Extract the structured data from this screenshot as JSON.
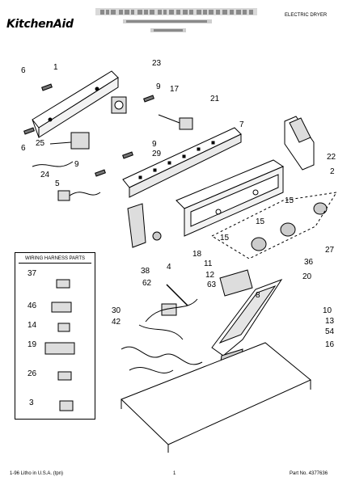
{
  "header": {
    "brand": "KitchenAid",
    "product": "ELECTRIC DRYER"
  },
  "wiring_box": {
    "title": "WIRING HARNESS PARTS",
    "callouts": [
      "37",
      "46",
      "14",
      "19",
      "26",
      "3"
    ]
  },
  "callouts": [
    "1",
    "6",
    "23",
    "9",
    "17",
    "21",
    "7",
    "22",
    "25",
    "9",
    "29",
    "6",
    "24",
    "5",
    "9",
    "2",
    "15",
    "15",
    "27",
    "15",
    "36",
    "20",
    "18",
    "4",
    "11",
    "38",
    "12",
    "62",
    "63",
    "8",
    "10",
    "13",
    "54",
    "16",
    "30",
    "42"
  ],
  "footer": {
    "left": "1-96 Litho in U.S.A. (tpn)",
    "page": "1",
    "part_no": "Part No. 4377636"
  }
}
